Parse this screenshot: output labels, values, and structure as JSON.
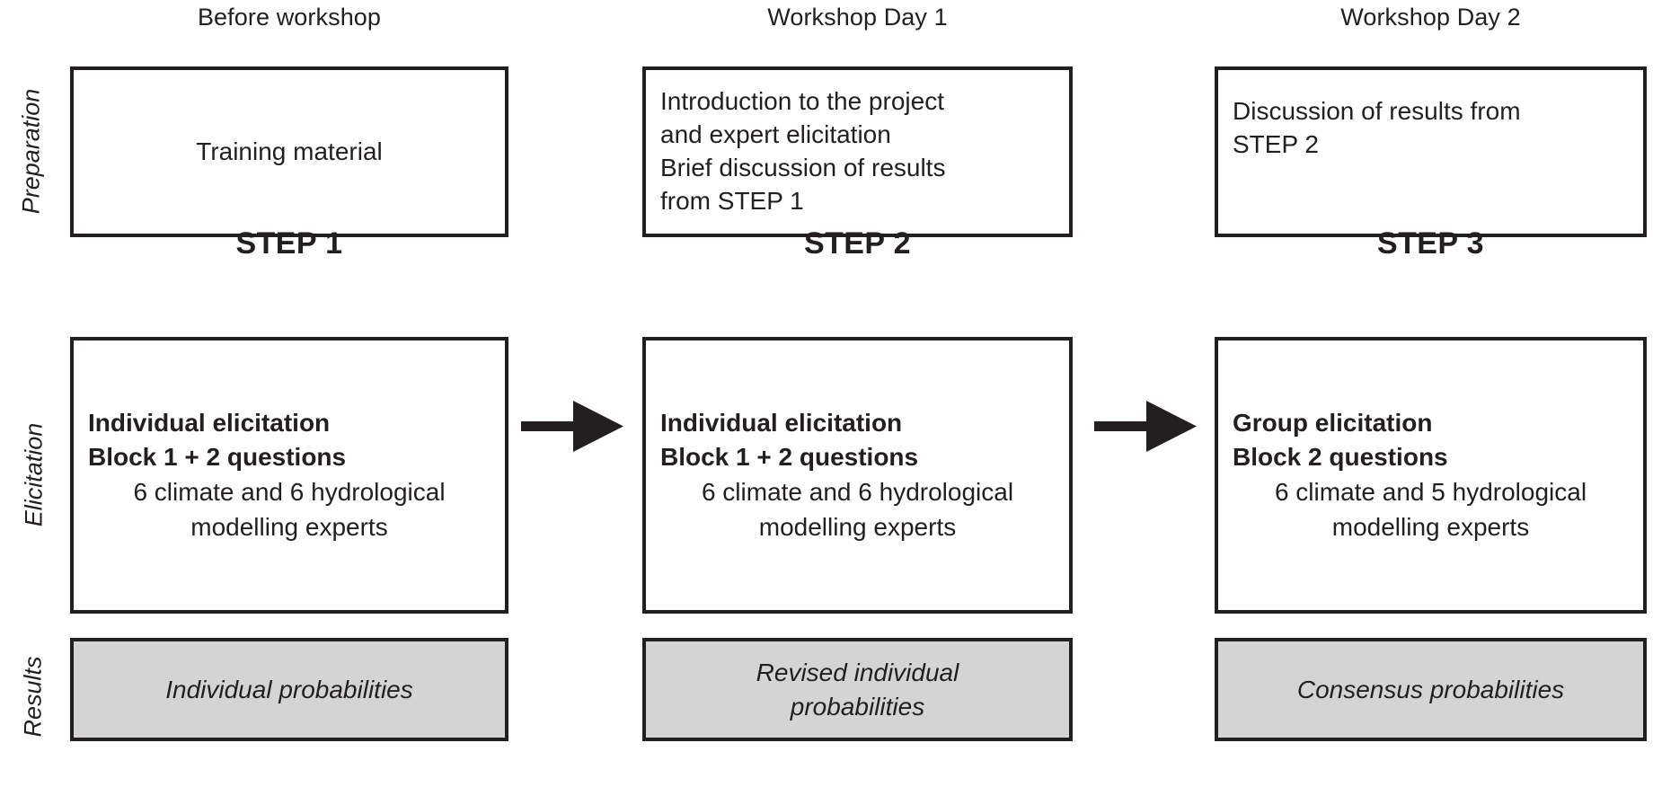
{
  "figure": {
    "title": "Expert elicitation workshop process diagram",
    "background_color": "#ffffff",
    "line_color": "#231f20",
    "result_fill_color": "#d4d4d4"
  },
  "columns": [
    {
      "header": "Before workshop"
    },
    {
      "header": "Workshop Day 1"
    },
    {
      "header": "Workshop Day 2"
    }
  ],
  "row_labels": {
    "preparation": "Preparation",
    "elicitation": "Elicitation",
    "results": "Results"
  },
  "preparation": [
    {
      "lines": [
        "Training material"
      ],
      "align": "center"
    },
    {
      "lines": [
        "Introduction to the project",
        "and expert elicitation",
        "Brief discussion of results",
        "from STEP 1"
      ],
      "align": "left"
    },
    {
      "lines": [
        "Discussion of results from",
        "STEP 2"
      ],
      "align": "left"
    }
  ],
  "steps": [
    {
      "label": "STEP 1"
    },
    {
      "label": "STEP 2"
    },
    {
      "label": "STEP 3"
    }
  ],
  "elicitation": [
    {
      "bold_lines": [
        "Individual elicitation",
        "Block 1 + 2 questions"
      ],
      "plain_lines": [
        "6 climate and 6 hydrological",
        "modelling experts"
      ]
    },
    {
      "bold_lines": [
        "Individual elicitation",
        "Block 1 + 2 questions"
      ],
      "plain_lines": [
        "6 climate and 6 hydrological",
        "modelling experts"
      ]
    },
    {
      "bold_lines": [
        "Group elicitation",
        "Block 2 questions"
      ],
      "plain_lines": [
        "6 climate and 5 hydrological",
        "modelling experts"
      ]
    }
  ],
  "results": [
    {
      "lines": [
        "Individual probabilities"
      ]
    },
    {
      "lines": [
        "Revised individual",
        "probabilities"
      ]
    },
    {
      "lines": [
        "Consensus probabilities"
      ]
    }
  ],
  "arrows": [
    {
      "name": "arrow-step1-to-step2",
      "direction": "right"
    },
    {
      "name": "arrow-step2-to-step3",
      "direction": "right"
    }
  ]
}
